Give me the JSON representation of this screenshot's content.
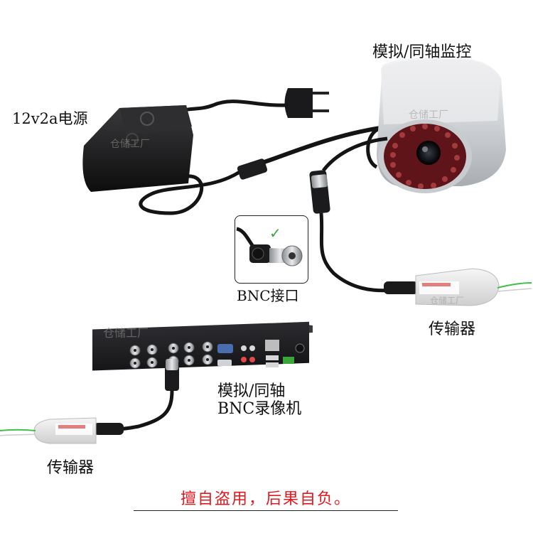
{
  "labels": {
    "power_supply": "12v2a电源",
    "camera": "模拟/同轴监控",
    "bnc_connector": "BNC接口",
    "transmitter_right": "传输器",
    "recorder_line1": "模拟/同轴",
    "recorder_line2": "BNC录像机",
    "transmitter_left": "传输器"
  },
  "watermarks": {
    "camera": "仓储工厂",
    "power": "仓储工厂",
    "recorder": "仓储工厂",
    "transmitter": "仓储工厂"
  },
  "check_mark": "✓",
  "notice": "擅自盗用，后果自负。",
  "colors": {
    "notice": "#e0191f",
    "check": "#3aa63a",
    "cable": "#141414",
    "camera_body": "#d7dadd",
    "recorder_body": "#1f1f22",
    "green_wire": "#3fbf4a"
  }
}
